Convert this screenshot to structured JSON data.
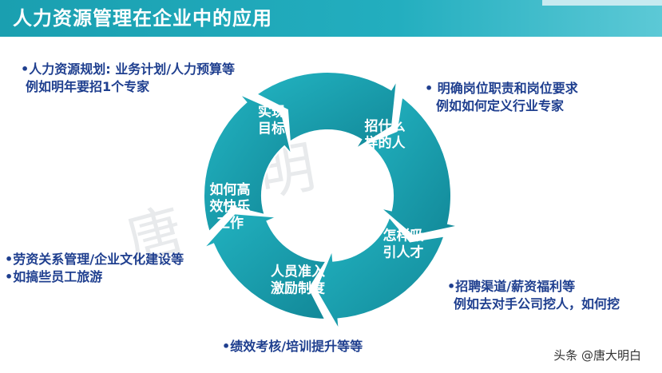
{
  "title": "人力资源管理在企业中的应用",
  "cycle": [
    {
      "id": "target",
      "lines": [
        "实现",
        "目标"
      ]
    },
    {
      "id": "recruit-what",
      "lines": [
        "招什么",
        "样的人"
      ]
    },
    {
      "id": "attract",
      "lines": [
        "怎样吸",
        "引人才"
      ]
    },
    {
      "id": "onboard",
      "lines": [
        "人员准入",
        "激励制度"
      ]
    },
    {
      "id": "happy-work",
      "lines": [
        "如何高",
        "效快乐",
        "工作"
      ]
    }
  ],
  "notes": {
    "planning": [
      "•人力资源规划: 业务计划/人力预算等",
      "例如明年要招1个专家"
    ],
    "duties": [
      "• 明确岗位职责和岗位要求",
      "例如如何定义行业专家"
    ],
    "relations": [
      "•劳资关系管理/企业文化建设等",
      "•如搞些员工旅游"
    ],
    "channels": [
      "•招聘渠道/薪资福利等",
      "例如去对手公司挖人，如何挖"
    ],
    "performance": [
      "•绩效考核/培训提升等等"
    ]
  },
  "watermark": [
    "唐",
    "明"
  ],
  "signature": "头条 @唐大明白",
  "colors": {
    "primary": "#1aa6b5",
    "dark": "#117e8c",
    "text": "#1f3f8f"
  }
}
